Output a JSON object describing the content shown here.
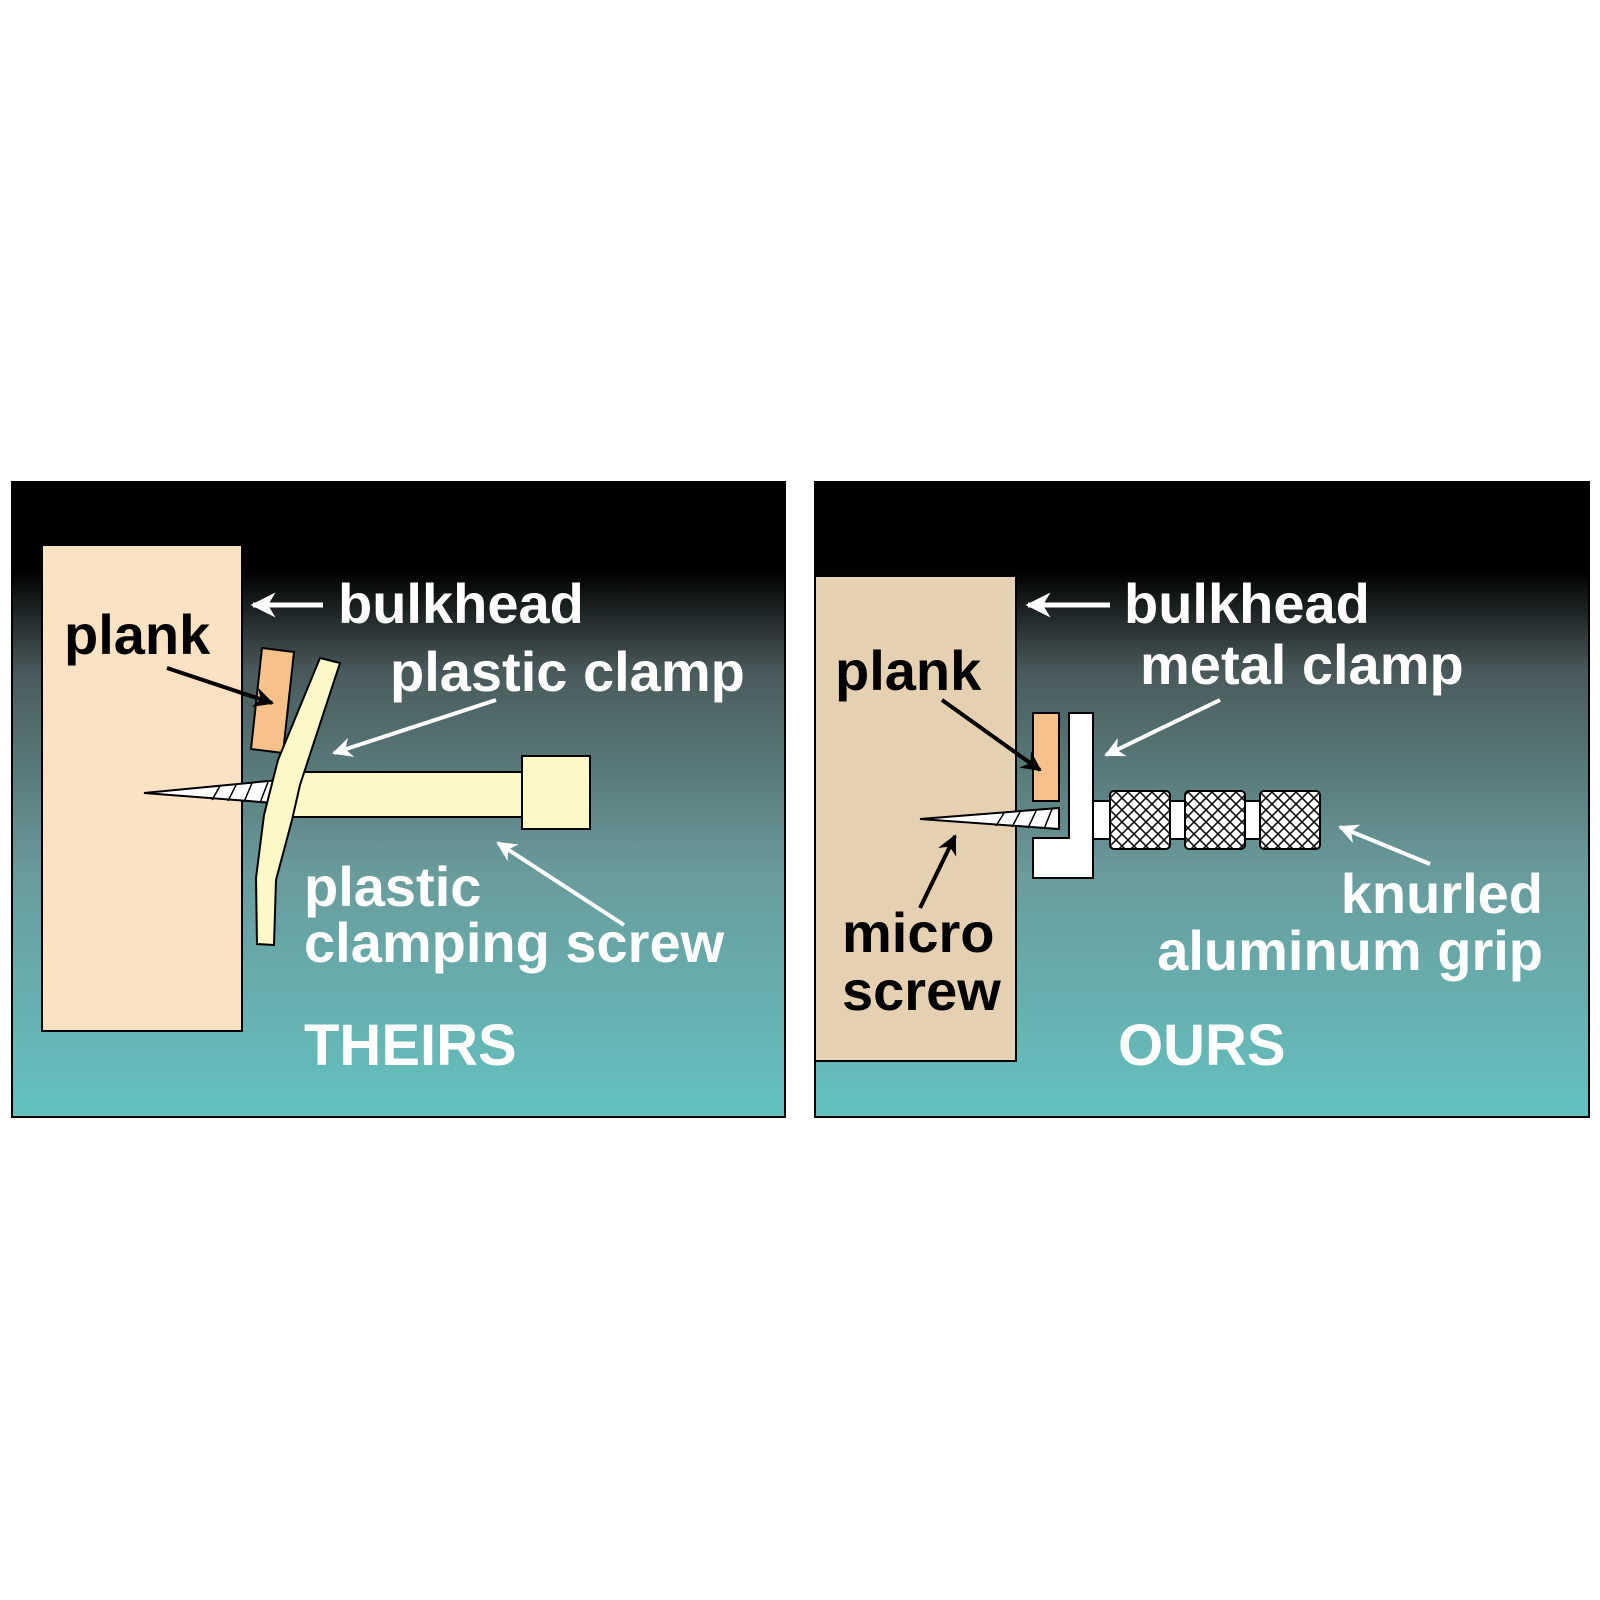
{
  "theirs": {
    "label_bulkhead": "bulkhead",
    "label_plank": "plank",
    "label_clamp": "plastic clamp",
    "label_screw_line1": "plastic",
    "label_screw_line2": "clamping screw",
    "title": "THEIRS"
  },
  "ours": {
    "label_bulkhead": "bulkhead",
    "label_plank": "plank",
    "label_clamp": "metal clamp",
    "label_micro_line1": "micro",
    "label_micro_line2": "screw",
    "label_grip_line1": "knurled",
    "label_grip_line2": "aluminum grip",
    "title": "OURS"
  },
  "colors": {
    "gradient_top": "#000000",
    "gradient_mid": "#4a5a5c",
    "gradient_bottom": "#63c2c0",
    "bulkhead_theirs": "#fbe2c3",
    "bulkhead_ours": "#e6d0b2",
    "plank": "#f7c28a",
    "plastic": "#fdf8c8",
    "metal": "#ffffff"
  }
}
